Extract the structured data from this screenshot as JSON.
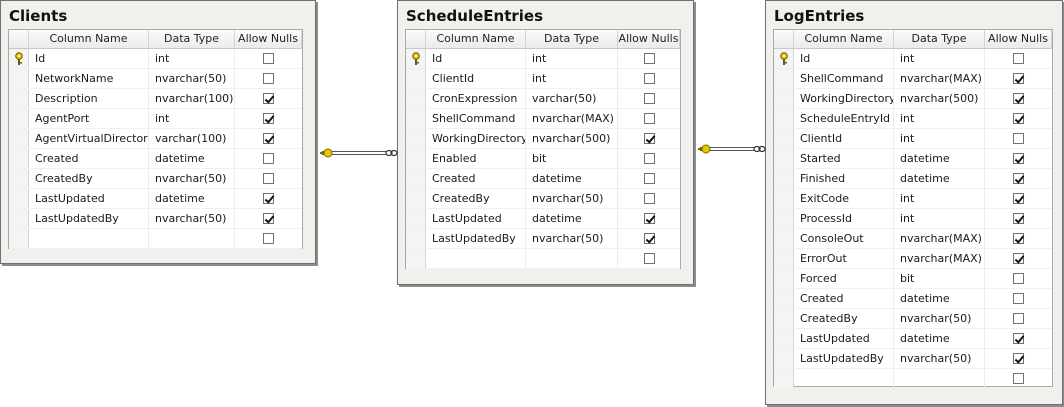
{
  "header_labels": {
    "column_name": "Column Name",
    "data_type": "Data Type",
    "allow_nulls": "Allow Nulls"
  },
  "tables": [
    {
      "name": "Clients",
      "columns": [
        {
          "name": "Id",
          "type": "int",
          "nulls": false,
          "pk": true
        },
        {
          "name": "NetworkName",
          "type": "nvarchar(50)",
          "nulls": false
        },
        {
          "name": "Description",
          "type": "nvarchar(100)",
          "nulls": true
        },
        {
          "name": "AgentPort",
          "type": "int",
          "nulls": true
        },
        {
          "name": "AgentVirtualDirectory",
          "type": "varchar(100)",
          "nulls": true
        },
        {
          "name": "Created",
          "type": "datetime",
          "nulls": false
        },
        {
          "name": "CreatedBy",
          "type": "nvarchar(50)",
          "nulls": false
        },
        {
          "name": "LastUpdated",
          "type": "datetime",
          "nulls": true
        },
        {
          "name": "LastUpdatedBy",
          "type": "nvarchar(50)",
          "nulls": true
        }
      ]
    },
    {
      "name": "ScheduleEntries",
      "columns": [
        {
          "name": "Id",
          "type": "int",
          "nulls": false,
          "pk": true
        },
        {
          "name": "ClientId",
          "type": "int",
          "nulls": false
        },
        {
          "name": "CronExpression",
          "type": "varchar(50)",
          "nulls": false
        },
        {
          "name": "ShellCommand",
          "type": "nvarchar(MAX)",
          "nulls": false
        },
        {
          "name": "WorkingDirectory",
          "type": "nvarchar(500)",
          "nulls": true
        },
        {
          "name": "Enabled",
          "type": "bit",
          "nulls": false
        },
        {
          "name": "Created",
          "type": "datetime",
          "nulls": false
        },
        {
          "name": "CreatedBy",
          "type": "nvarchar(50)",
          "nulls": false
        },
        {
          "name": "LastUpdated",
          "type": "datetime",
          "nulls": true
        },
        {
          "name": "LastUpdatedBy",
          "type": "nvarchar(50)",
          "nulls": true
        }
      ]
    },
    {
      "name": "LogEntries",
      "columns": [
        {
          "name": "Id",
          "type": "int",
          "nulls": false,
          "pk": true
        },
        {
          "name": "ShellCommand",
          "type": "nvarchar(MAX)",
          "nulls": true
        },
        {
          "name": "WorkingDirectory",
          "type": "nvarchar(500)",
          "nulls": true
        },
        {
          "name": "ScheduleEntryId",
          "type": "int",
          "nulls": true
        },
        {
          "name": "ClientId",
          "type": "int",
          "nulls": false
        },
        {
          "name": "Started",
          "type": "datetime",
          "nulls": true
        },
        {
          "name": "Finished",
          "type": "datetime",
          "nulls": true
        },
        {
          "name": "ExitCode",
          "type": "int",
          "nulls": true
        },
        {
          "name": "ProcessId",
          "type": "int",
          "nulls": true
        },
        {
          "name": "ConsoleOut",
          "type": "nvarchar(MAX)",
          "nulls": true
        },
        {
          "name": "ErrorOut",
          "type": "nvarchar(MAX)",
          "nulls": true
        },
        {
          "name": "Forced",
          "type": "bit",
          "nulls": false
        },
        {
          "name": "Created",
          "type": "datetime",
          "nulls": false
        },
        {
          "name": "CreatedBy",
          "type": "nvarchar(50)",
          "nulls": false
        },
        {
          "name": "LastUpdated",
          "type": "datetime",
          "nulls": true
        },
        {
          "name": "LastUpdatedBy",
          "type": "nvarchar(50)",
          "nulls": true
        }
      ]
    }
  ],
  "relationships": [
    {
      "from": "Clients",
      "to": "ScheduleEntries",
      "from_end": "key-icon",
      "to_end": "infinity-icon"
    },
    {
      "from": "ScheduleEntries",
      "to": "LogEntries",
      "from_end": "key-icon",
      "to_end": "infinity-icon"
    }
  ],
  "colors": {
    "box_background": "#f1f0ec",
    "key_gold": "#e3c800",
    "connector_line": "#555555"
  }
}
